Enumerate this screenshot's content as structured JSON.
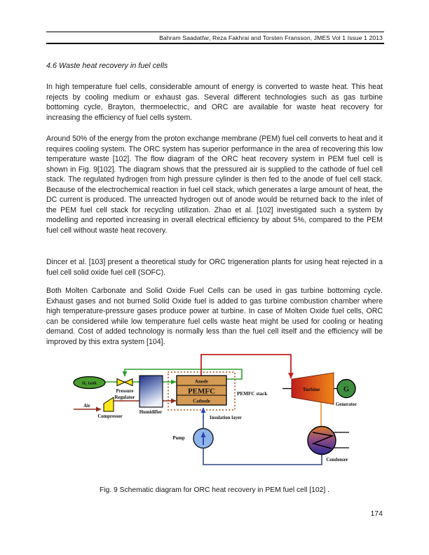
{
  "page": {
    "header": "Bahram Saadatfar, Reza Fakhrai and Torsten Fransson, JMES Vol 1 Issue 1 2013",
    "section_heading": "4.6 Waste heat recovery in fuel cells",
    "paragraphs": [
      "In high temperature fuel cells, considerable amount of energy is converted to waste heat. This heat rejects by cooling medium or exhaust gas. Several different technologies such as gas turbine bottoming cycle, Brayton, thermoelectric, and ORC are available for waste heat recovery for increasing the efficiency of fuel cells system.",
      "Around 50% of the energy from the proton exchange membrane (PEM) fuel cell converts to heat and it requires cooling system. The ORC system has superior performance in the area of recovering this low temperature waste [102]. The flow diagram of the ORC heat recovery system in PEM fuel cell is shown in Fig. 9[102].  The diagram shows that the pressured air is supplied to the cathode of fuel cell stack. The regulated hydrogen from high pressure cylinder is then fed to the anode of fuel cell stack. Because of the electrochemical reaction in fuel cell stack, which generates a large amount of heat, the DC current is produced. The unreacted hydrogen out of anode would be returned back to the inlet of the PEM fuel cell stack for recycling utilization. Zhao et al. [102] investigated such a system by modelling and reported increasing in overall electrical efficiency by about 5%, compared to the PEM fuel cell without waste heat recovery.",
      "Dincer et al. [103] present a theoretical study for ORC trigeneration plants for using heat rejected in a fuel cell  solid oxide fuel cell (SOFC).",
      "Both Molten Carbonate and Solid Oxide Fuel Cells can be used in gas turbine bottoming cycle. Exhaust gases and not burned Solid Oxide fuel is added to gas turbine combustion chamber where high temperature-pressure gases produce power at turbine. In case of Molten Oxide fuel cells, ORC can be considered while low temperature fuel cells waste heat might be used for cooling or heating demand. Cost of added technology is normally less than the fuel cell itself and the efficiency will be improved by this extra system [104]."
    ],
    "figure": {
      "caption": "Fig. 9 Schematic diagram for ORC heat recovery in PEM fuel cell [102] .",
      "labels": {
        "h2_tank": "H₂ tank",
        "pressure": "Pressure",
        "regulator": "Regulator",
        "air": "Air",
        "compressor": "Compressor",
        "humidifier": "Humidifier",
        "anode": "Anode",
        "pemfc": "PEMFC",
        "cathode": "Cathode",
        "pemfc_stack": "PEMFC stack",
        "insulation_layer": "Insulation layer",
        "pump": "Pump",
        "turbine": "Turbine",
        "generator_letter": "G",
        "generator": "Generator",
        "condenser": "Condenser"
      },
      "colors": {
        "hydrogen_line": "#2f9e2f",
        "air_line": "#8f2b1a",
        "hot_vapor_line": "#c42020",
        "orc_liquid_line": "#4d5d94",
        "turbine_exhaust_line": "#e2a33c"
      }
    },
    "page_number": "174"
  }
}
